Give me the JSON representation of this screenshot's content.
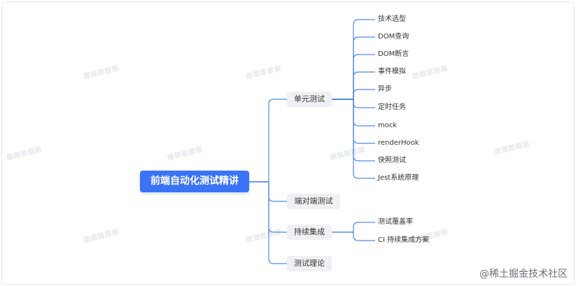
{
  "root": {
    "label": "前端自动化测试精讲"
  },
  "branches": [
    {
      "label": "单元测试",
      "children": [
        "技术选型",
        "DOM查询",
        "DOM断言",
        "事件模拟",
        "异步",
        "定时任务",
        "mock",
        "renderHook",
        "快照测试",
        "Jest系统原理"
      ]
    },
    {
      "label": "端对端测试",
      "children": []
    },
    {
      "label": "持续集成",
      "children": [
        "测试覆盖率",
        "CI 持续集成方案"
      ]
    },
    {
      "label": "测试理论",
      "children": []
    }
  ],
  "footer": {
    "brand": "@稀土掘金技术社区"
  },
  "colors": {
    "root": "#3b73f6",
    "line": "#4f86f0",
    "branch_bg": "#eef0f3"
  }
}
